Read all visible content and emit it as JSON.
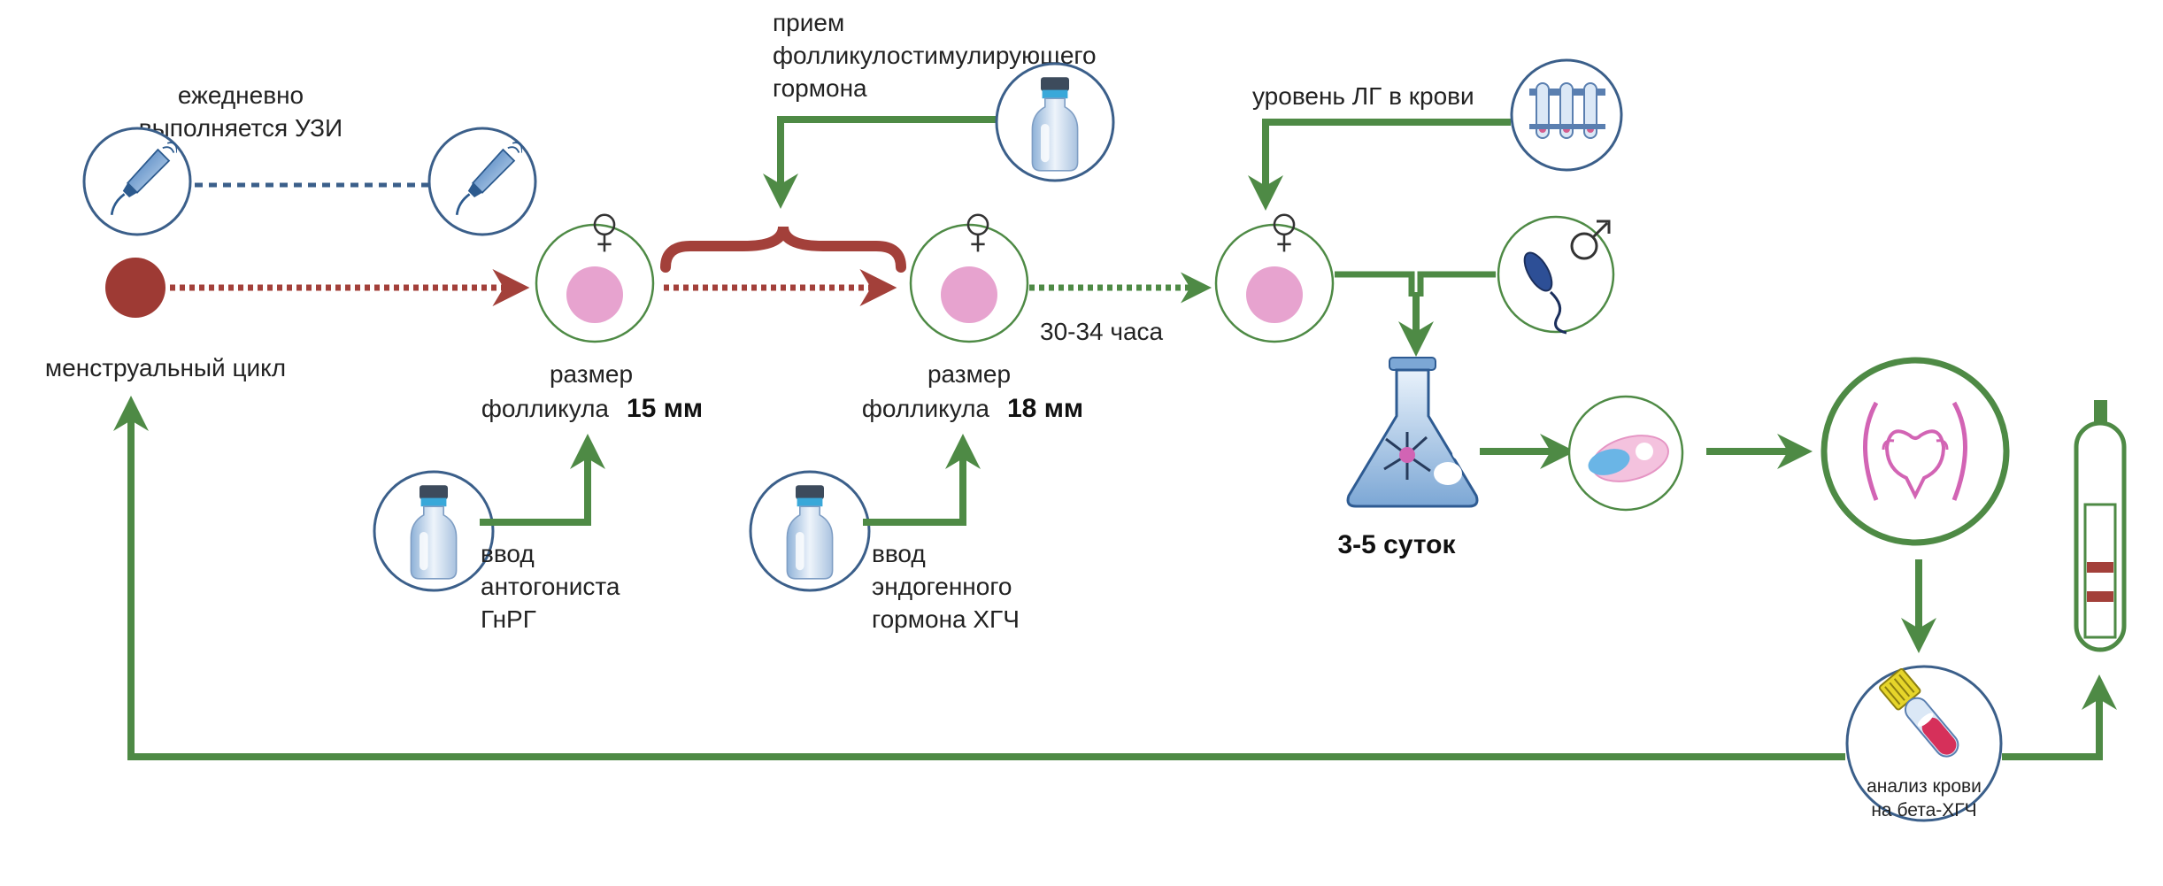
{
  "labels": {
    "daily_line1": "ежедневно",
    "daily_line2": "выполняется УЗИ",
    "menstrual_cycle": "менструальный цикл",
    "fsh_line1": "прием",
    "fsh_line2": "фолликулостимулирующего",
    "fsh_line3": "гормона",
    "lh_level": "уровень ЛГ в крови",
    "follicle1_line1": "размер",
    "follicle1_line2": "фолликула",
    "follicle1_size": "15 мм",
    "follicle2_line1": "размер",
    "follicle2_line2": "фолликула",
    "follicle2_size": "18 мм",
    "hours": "30-34 часа",
    "antagonist_line1": "ввод",
    "antagonist_line2": "антогониста",
    "antagonist_line3": "ГнРГ",
    "hcg_line1": "ввод",
    "hcg_line2": "эндогенного",
    "hcg_line3": "гормона ХГЧ",
    "days": "3-5 суток",
    "blood_line1": "анализ крови",
    "blood_line2": "на бета-ХГЧ"
  },
  "icons": {
    "ultrasound": "ultrasound-probe-icon",
    "vial": "vial-icon",
    "test_tubes": "test-tubes-icon",
    "female": "female-symbol-icon",
    "male": "male-symbol-icon",
    "sperm": "sperm-icon",
    "flask": "flask-icon",
    "embryo": "embryo-icon",
    "uterus": "uterus-icon",
    "blood_tube": "blood-tube-icon",
    "pregnancy_test": "pregnancy-test-icon"
  },
  "colors": {
    "green": "#4e8a45",
    "dark_red": "#a3403a",
    "blue_dash": "#3b5f8a",
    "pink": "#e7a3cf",
    "uterus_pink": "#d264b4"
  }
}
